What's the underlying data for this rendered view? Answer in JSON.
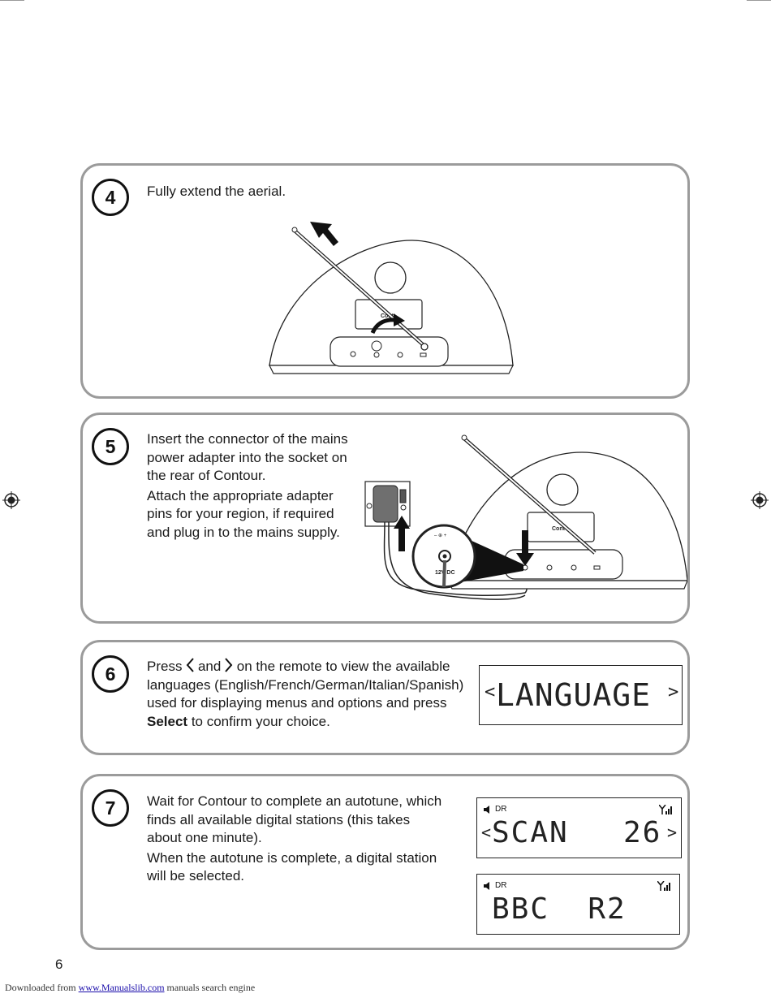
{
  "steps": [
    {
      "number": "4",
      "lines": [
        "Fully extend the aerial."
      ]
    },
    {
      "number": "5",
      "lines": [
        "Insert the connector of the mains power adapter into the socket on the rear of Contour.",
        "Attach the appropriate adapter pins for your region, if required and plug in to the mains supply."
      ]
    },
    {
      "number": "6",
      "text_before": "Press",
      "text_and": "and",
      "text_after": "on the remote to view the available languages (English/French/German/Italian/Spanish) used for displaying menus and options and press",
      "bold": "Select",
      "text_end": "to confirm your choice."
    },
    {
      "number": "7",
      "lines": [
        "Wait for Contour to complete an autotune, which finds all available digital stations (this takes about one minute).",
        "When the autotune is complete, a digital station will be selected."
      ]
    }
  ],
  "illustration_labels": {
    "brand": "Cont",
    "dc_label": "12V DC"
  },
  "displays": {
    "language": {
      "text": "LANGUAGE",
      "left_arrow": "<",
      "right_arrow": ">"
    },
    "scan": {
      "mode": "DR",
      "text": "SCAN",
      "count": "26",
      "left_arrow": "<",
      "right_arrow": ">"
    },
    "station": {
      "mode": "DR",
      "text": "BBC  R2"
    }
  },
  "page_number": "6",
  "footer": {
    "prefix": "Downloaded from",
    "link": "www.Manualslib.com",
    "suffix": "manuals search engine"
  }
}
